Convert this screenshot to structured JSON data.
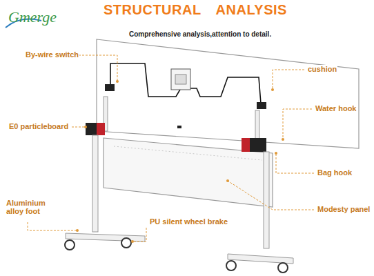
{
  "diagram": {
    "title": "STRUCTURAL ANALYSIS",
    "caption": "Comprehensive analysis,attention to detail.",
    "labels": [
      "Gmerge",
      "By-wire switch",
      "cushion",
      "Water hook",
      "E0 particleboard",
      "Bag hook",
      "Aluminium alloy foot",
      "Modesty panel",
      "PU silent wheel brake"
    ]
  }
}
